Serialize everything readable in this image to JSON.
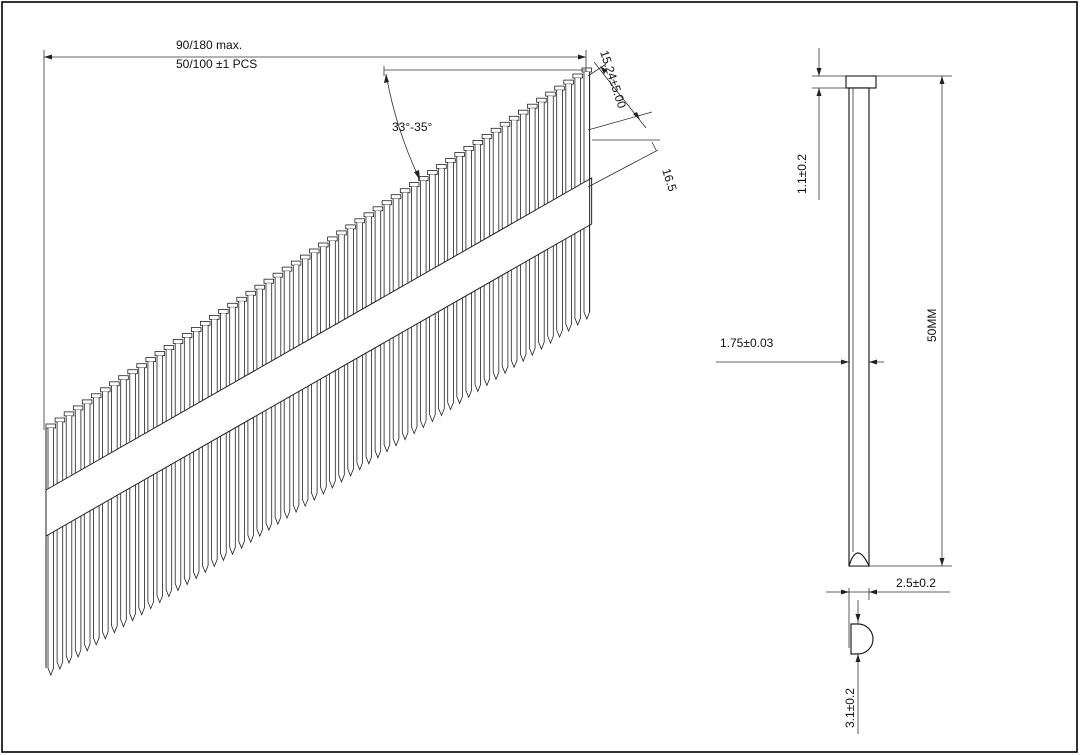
{
  "strip": {
    "length_label": "90/180  max.",
    "count_label": "50/100 ±1 PCS",
    "angle_label": "33°-35°",
    "spacing_label": "15.24±5.00",
    "band_label": "16.5"
  },
  "nail": {
    "head_thickness_label": "1.1±0.2",
    "length_label": "50MM",
    "shank_diameter_label": "1.75±0.03",
    "head_width_label": "2.5±0.2",
    "head_length_label": "3.1±0.2"
  },
  "colors": {
    "line": "#222222",
    "paper": "#ffffff",
    "frame": "#000000"
  }
}
